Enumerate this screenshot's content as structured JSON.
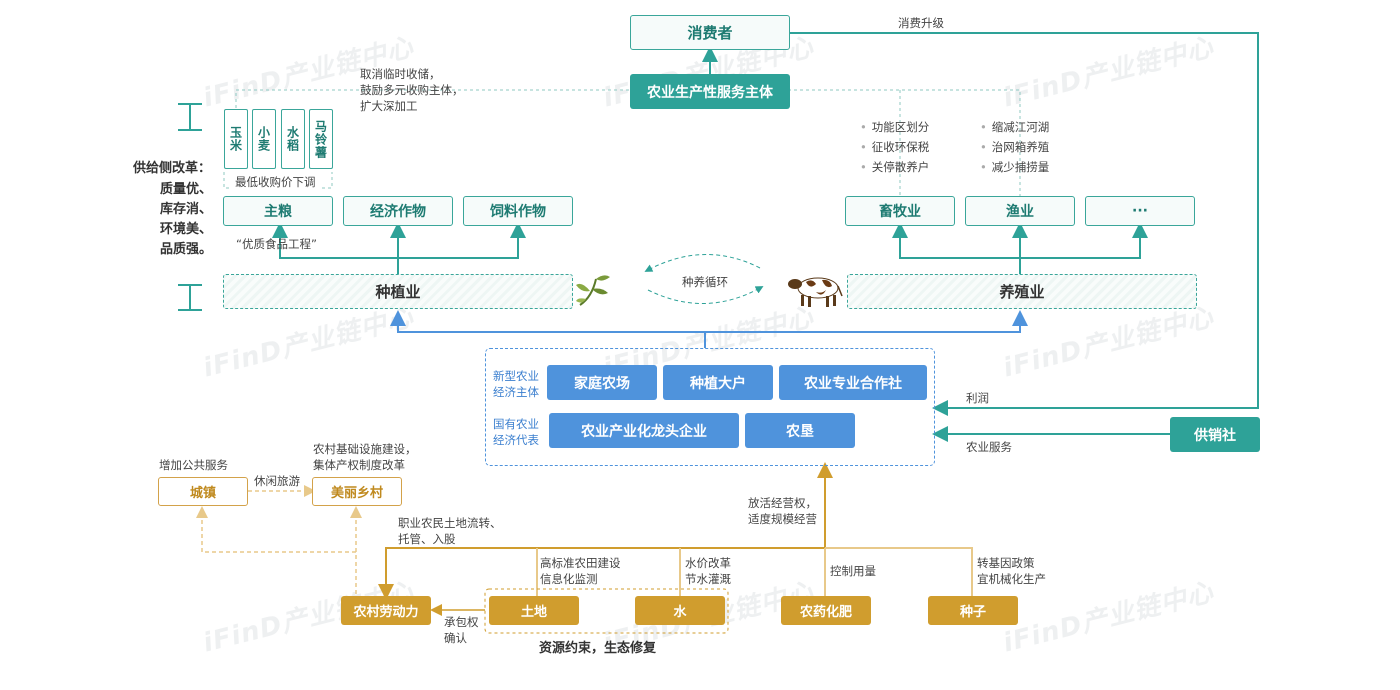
{
  "watermark": "iFinD产业链中心",
  "consumer": "消费者",
  "consumption_upgrade": "消费升级",
  "service_entity": "农业生产性服务主体",
  "service_note": "取消临时收储，\n鼓励多元收购主体，\n扩大深加工",
  "crops": [
    "玉米",
    "小麦",
    "水稻",
    "马铃薯"
  ],
  "min_price_note": "最低收购价下调",
  "reform": {
    "title": "供给侧改革：",
    "lines": [
      "质量优、",
      "库存消、",
      "环境美、",
      "品质强。"
    ]
  },
  "planting_products": [
    "主粮",
    "经济作物",
    "饲料作物"
  ],
  "quality_project": "“优质食品工程”",
  "livestock_products": [
    "畜牧业",
    "渔业",
    "···"
  ],
  "livestock_notes": [
    "功能区划分",
    "征收环保税",
    "关停散养户"
  ],
  "fishery_notes": [
    "缩减江河湖",
    "治网箱养殖",
    "减少捕捞量"
  ],
  "planting": "种植业",
  "breeding": "养殖业",
  "cycle": "种养循环",
  "new_entities_label": "新型农业\n经济主体",
  "new_entities": [
    "家庭农场",
    "种植大户",
    "农业专业合作社"
  ],
  "state_label": "国有农业\n经济代表",
  "state_entities": [
    "农业产业化龙头企业",
    "农垦"
  ],
  "profit": "利润",
  "agri_service": "农业服务",
  "supply_coop": "供销社",
  "town_note": "增加公共服务",
  "town": "城镇",
  "leisure": "休闲旅游",
  "village_note": "农村基础设施建设，\n集体产权制度改革",
  "village": "美丽乡村",
  "land_transfer_note": "职业农民土地流转、\n托管、入股",
  "operate_note": "放活经营权，\n适度规模经营",
  "rural_labor": "农村劳动力",
  "contract_note": "承包权\n确认",
  "land": "土地",
  "land_note": "高标准农田建设\n信息化监测",
  "water": "水",
  "water_note": "水价改革\n节水灌溉",
  "pesticide": "农药化肥",
  "pesticide_note": "控制用量",
  "seed": "种子",
  "seed_note": "转基因政策\n宜机械化生产",
  "resource_note": "资源约束，生态修复",
  "colors": {
    "teal": "#2ea298",
    "blue": "#4f93dc",
    "gold": "#d09d2e"
  }
}
